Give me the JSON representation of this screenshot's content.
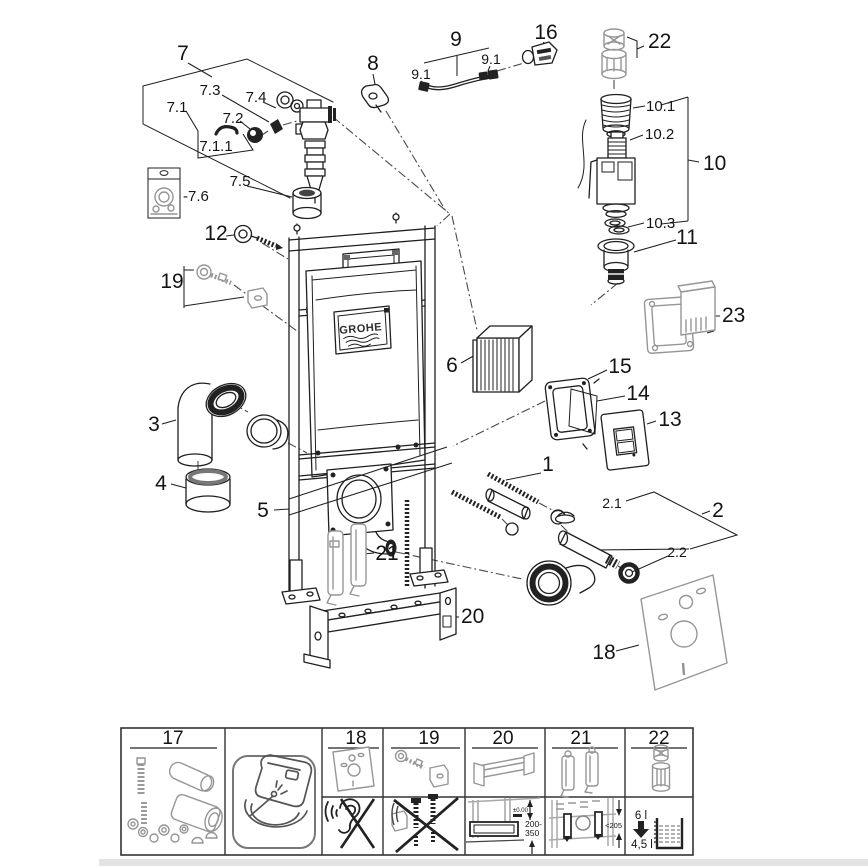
{
  "brand": {
    "logo": "GROHE"
  },
  "colors": {
    "line": "#1f1f1f",
    "gray_part": "#969696",
    "divider_bar": "#e3e3e3"
  },
  "callouts": {
    "n7": "7",
    "n7_1": "7.1",
    "n7_1_1": "7.1.1",
    "n7_2": "7.2",
    "n7_3": "7.3",
    "n7_4": "7.4",
    "n7_5": "7.5",
    "n7_6": "-7.6",
    "n8": "8",
    "n9": "9",
    "n9_1a": "9.1",
    "n9_1b": "9.1",
    "n16": "16",
    "n22": "22",
    "n10": "10",
    "n10_1": "10.1",
    "n10_2": "10.2",
    "n10_3": "10.3",
    "n11": "11",
    "n23": "23",
    "n12": "12",
    "n19": "19",
    "n6": "6",
    "n15": "15",
    "n14": "14",
    "n13": "13",
    "n3": "3",
    "n4": "4",
    "n5": "5",
    "n1": "1",
    "n2": "2",
    "n2_1": "2.1",
    "n2_2": "2.2",
    "n21": "21",
    "n20": "20",
    "n18": "18"
  },
  "legend": {
    "box17": "17",
    "box18": "18",
    "box19": "19",
    "box20": "20",
    "box21": "21",
    "box22": "22",
    "level_mark": "±0.00",
    "range_top": "200-",
    "range_bottom": "350",
    "max_height": "<205",
    "flush_full": "6 l",
    "flush_reduced": "4,5 l"
  }
}
